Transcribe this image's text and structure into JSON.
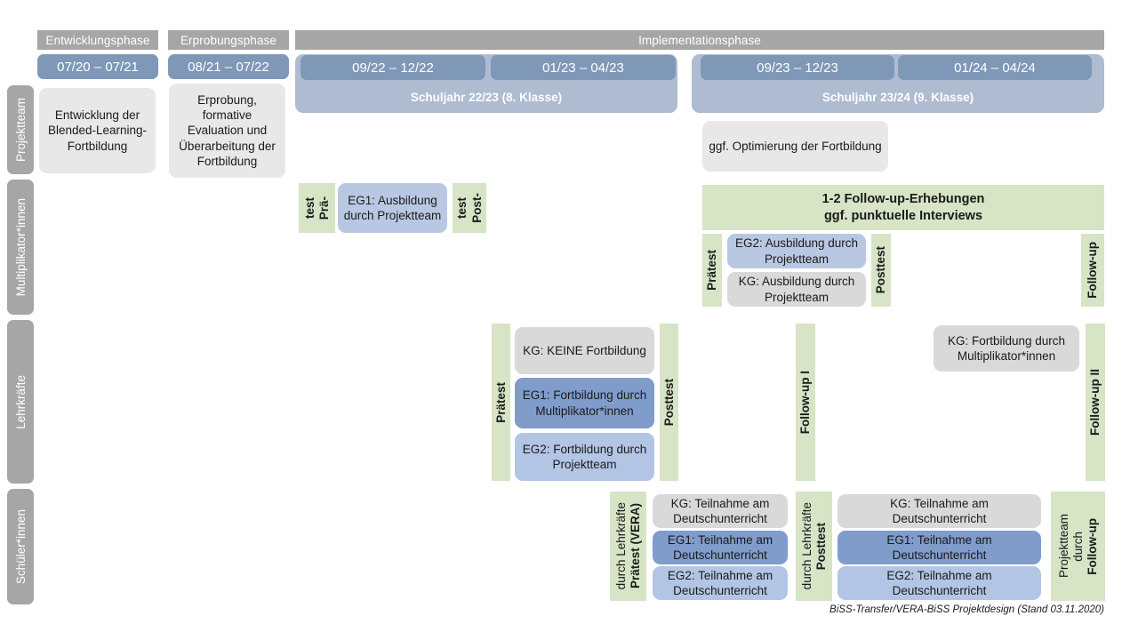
{
  "document": {
    "title": "BiSS-Transfer/VERA-BiSS Projektdesign",
    "footer": "BiSS-Transfer/VERA-BiSS Projektdesign (Stand 03.11.2020)"
  },
  "colors": {
    "phase_header": "#a6a6a6",
    "date_chip": "#7f98b8",
    "year_band": "#aebbd0",
    "row_label": "#a6a6a6",
    "green": "#d7e4c6",
    "gray_card": "#e8e8e8",
    "gray_card_alt": "#d9d9d9",
    "blue_dark": "#7f9ccb",
    "blue_mid": "#b9c8e2",
    "blue_light": "#b3c5e4"
  },
  "phases": [
    {
      "label": "Entwicklungsphase"
    },
    {
      "label": "Erprobungsphase"
    },
    {
      "label": "Implementationsphase"
    }
  ],
  "periods": [
    {
      "label": "07/20 – 07/21"
    },
    {
      "label": "08/21 – 07/22"
    },
    {
      "label": "09/22 – 12/22"
    },
    {
      "label": "01/23 – 04/23"
    },
    {
      "label": "09/23 – 12/23"
    },
    {
      "label": "01/24 – 04/24"
    }
  ],
  "school_years": [
    {
      "label": "Schuljahr 22/23 (8. Klasse)"
    },
    {
      "label": "Schuljahr 23/24 (9. Klasse)"
    }
  ],
  "rows": [
    {
      "label": "Projektteam"
    },
    {
      "label": "Multiplikator*innen"
    },
    {
      "label": "Lehrkräfte"
    },
    {
      "label": "Schüler*innen"
    }
  ],
  "projektteam": {
    "entwicklung": "Entwicklung der Blended-Learning-Fortbildung",
    "erprobung": "Erprobung, formative Evaluation und Überarbeitung der Fortbildung",
    "optimierung": "ggf. Optimierung der Fortbildung"
  },
  "multiplikatoren": {
    "praetest_short_l1": "Prä-",
    "praetest_short_l2": "test",
    "posttest_short_l1": "Post-",
    "posttest_short_l2": "test",
    "eg1": "EG1: Ausbildung durch Projektteam",
    "banner_l1": "1-2 Follow-up-Erhebungen",
    "banner_l2": "ggf. punktuelle Interviews",
    "praetest": "Prätest",
    "posttest": "Posttest",
    "eg2": "EG2: Ausbildung durch Projektteam",
    "kg": "KG: Ausbildung durch Projektteam",
    "followup": "Follow-up"
  },
  "lehrkraefte": {
    "praetest": "Prätest",
    "posttest": "Posttest",
    "kg_keine": "KG:  KEINE Fortbildung",
    "eg1": "EG1: Fortbildung durch Multiplikator*innen",
    "eg2": "EG2: Fortbildung durch Projektteam",
    "followup1": "Follow-up I",
    "followup2": "Follow-up II",
    "kg_fortbildung": "KG: Fortbildung durch Multiplikator*innen"
  },
  "schuelerinnen": {
    "praetest_bold": "Prätest (VERA)",
    "praetest_reg": "durch Lehrkräfte",
    "posttest_bold": "Posttest",
    "posttest_reg": "durch Lehrkräfte",
    "followup_bold": "Follow-up",
    "followup_reg_l1": "durch",
    "followup_reg_l2": "Projektteam",
    "block1": {
      "kg": "KG: Teilnahme am Deutschunterricht",
      "eg1": "EG1: Teilnahme am Deutschunterricht",
      "eg2": "EG2: Teilnahme am Deutschunterricht"
    },
    "block2": {
      "kg": "KG: Teilnahme am Deutschunterricht",
      "eg1": "EG1: Teilnahme am Deutschunterricht",
      "eg2": "EG2: Teilnahme am Deutschunterricht"
    }
  }
}
